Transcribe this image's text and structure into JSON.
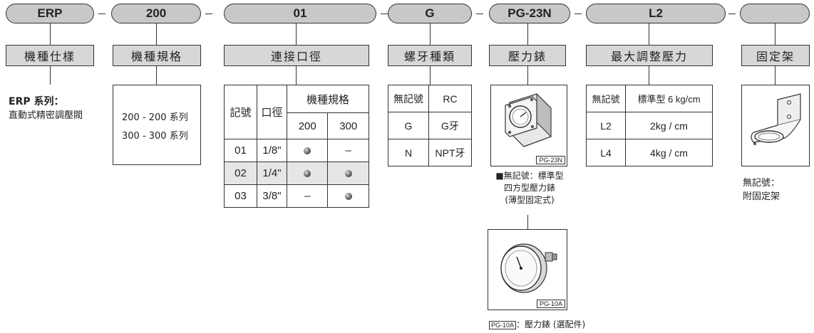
{
  "codes": [
    "ERP",
    "200",
    "01",
    "G",
    "PG-23N",
    "L2",
    ""
  ],
  "headers": [
    "機種仕樣",
    "機種規格",
    "連接口徑",
    "螺牙種類",
    "壓力錶",
    "最大調整壓力",
    "固定架"
  ],
  "erp": {
    "line1": "ERP 系列：",
    "line2": "直動式精密調壓閥"
  },
  "model": {
    "row1": "200 - 200 系列",
    "row2": "300 - 300 系列"
  },
  "port_table": {
    "h_code": "記號",
    "h_size": "口徑",
    "h_group": "機種規格",
    "h_200": "200",
    "h_300": "300",
    "rows": [
      {
        "code": "01",
        "size": "1/8\"",
        "m200": "dot",
        "m300": "–"
      },
      {
        "code": "02",
        "size": "1/4\"",
        "m200": "dot",
        "m300": "dot"
      },
      {
        "code": "03",
        "size": "3/8\"",
        "m200": "–",
        "m300": "dot"
      }
    ]
  },
  "thread_table": {
    "rows": [
      [
        "無記號",
        "RC"
      ],
      [
        "G",
        "G牙"
      ],
      [
        "N",
        "NPT牙"
      ]
    ]
  },
  "gauge": {
    "tag1": "PG-23N",
    "note1": "■無記號：標準型",
    "note2": "四方型壓力錶",
    "note3": "(薄型固定式)",
    "tag2": "PG-10A",
    "option_tag": "PG-10A",
    "option_text": "：壓力錶 (選配件)"
  },
  "pressure_table": {
    "rows": [
      [
        "無記號",
        "標準型 6 kg/cm"
      ],
      [
        "L2",
        "2kg / cm"
      ],
      [
        "L4",
        "4kg / cm"
      ]
    ]
  },
  "bracket": {
    "note1": "無記號：",
    "note2": "附固定架"
  },
  "colors": {
    "pill": "#c8c8c8",
    "header": "#d7d7d7",
    "shade": "#e6e6e6",
    "line": "#333333"
  },
  "icons": [
    "square-pressure-gauge-icon",
    "round-pressure-gauge-icon",
    "mounting-bracket-icon"
  ]
}
